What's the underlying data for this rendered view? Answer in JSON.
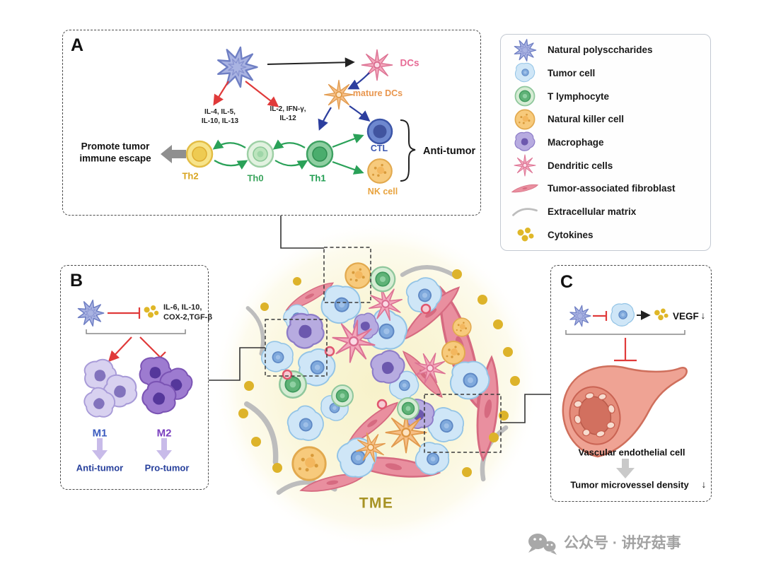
{
  "panelA": {
    "label": "A",
    "dcs": "DCs",
    "mature_dcs": "mature DCs",
    "cytokines_th2": "IL-4, IL-5,\nIL-10, IL-13",
    "cytokines_th1": "IL-2, IFN-γ,\nIL-12",
    "promote_escape": "Promote tumor\nimmune escape",
    "th2": "Th2",
    "th0": "Th0",
    "th1": "Th1",
    "ctl": "CTL",
    "nk_cell": "NK cell",
    "anti_tumor": "Anti-tumor"
  },
  "legend": {
    "items": [
      {
        "icon": "polysaccharide-icon",
        "label": "Natural polysccharides"
      },
      {
        "icon": "tumor-cell-icon",
        "label": "Tumor cell"
      },
      {
        "icon": "t-lymphocyte-icon",
        "label": "T lymphocyte"
      },
      {
        "icon": "nk-cell-icon",
        "label": "Natural killer cell"
      },
      {
        "icon": "macrophage-icon",
        "label": "Macrophage"
      },
      {
        "icon": "dendritic-cell-icon",
        "label": "Dendritic cells"
      },
      {
        "icon": "fibroblast-icon",
        "label": "Tumor-associated fibroblast"
      },
      {
        "icon": "ecm-icon",
        "label": "Extracellular matrix"
      },
      {
        "icon": "cytokines-icon",
        "label": "Cytokines"
      }
    ]
  },
  "panelB": {
    "label": "B",
    "cytokines": "IL-6, IL-10,\nCOX-2,TGF-β",
    "m1": "M1",
    "m2": "M2",
    "m1_effect": "Anti-tumor",
    "m2_effect": "Pro-tumor"
  },
  "panelC": {
    "label": "C",
    "vegf": "VEGF",
    "vegf_arrow": "↓",
    "vessel": "Vascular endothelial cell",
    "density": "Tumor microvessel density",
    "density_arrow": "↓"
  },
  "tme": {
    "label": "TME"
  },
  "watermark": {
    "text": "公众号 · 讲好菇事"
  },
  "colors": {
    "dc_label": "#e76a95",
    "mature_dc_label": "#e9964e",
    "th2_label": "#d8a520",
    "th0_label": "#3aa45c",
    "th1_label": "#1f9d50",
    "ctl_label": "#3a56b0",
    "nk_label": "#e8a23c",
    "m1_label": "#3b5bbf",
    "m2_label": "#7a3fbf",
    "effect_label": "#27409c",
    "tme_label": "#a79324",
    "inhibit_red": "#e03a3a",
    "activate_green": "#2aa158",
    "blue_arrow": "#2c3e9e",
    "glow_yellow": "#f8f3cd"
  }
}
